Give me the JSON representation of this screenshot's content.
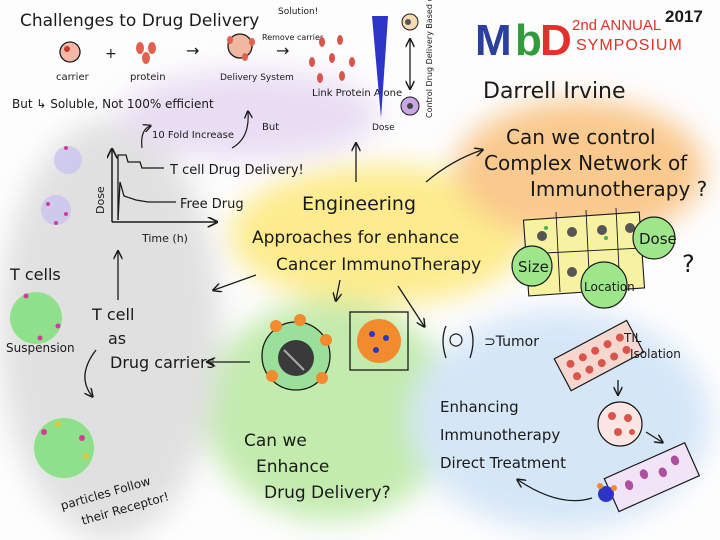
{
  "colors": {
    "ink": "#1a1a1a",
    "mbd_m": "#2b3f9e",
    "mbd_b": "#2f9e3a",
    "mbd_d": "#e0312b",
    "annual": "#e0312b",
    "wash_yellow": "#fde97a",
    "wash_orange": "#f9c07a",
    "wash_green": "#b9e8a0",
    "wash_blue": "#cfe3f7",
    "wash_gray": "#dcdcdc",
    "wash_purple": "#e6d8f2"
  },
  "header": {
    "logo_m": "M",
    "logo_b": "b",
    "logo_d": "D",
    "annual_line1": "2nd ANNUAL",
    "annual_line2": "SYMPOSIUM",
    "year": "2017",
    "speaker": "Darrell Irvine"
  },
  "challenges": {
    "title": "Challenges to Drug Delivery",
    "solution": "Solution!",
    "remove_carrier": "Remove carrier",
    "carrier": "carrier",
    "protein": "protein",
    "delivery_system": "Delivery System",
    "link_protein": "Link Protein Alone",
    "but_line": "But ↳ Soluble, Not 100% efficient",
    "dose": "Dose",
    "control_text": "Control Drug Delivery Based on Dose Requirement"
  },
  "graph": {
    "ylabel": "Dose",
    "xlabel": "Time (h)",
    "fold": "10 Fold Increase",
    "but": "But",
    "tcell_drug": "T cell Drug Delivery!",
    "free_drug": "Free Drug"
  },
  "center": {
    "line1": "Engineering",
    "line2": "Approaches for enhance",
    "line3": "Cancer ImmunoTherapy"
  },
  "network": {
    "question": "Can we control Complex Network of Immunotherapy ?",
    "size": "Size",
    "dose": "Dose",
    "location": "Location",
    "q": "?"
  },
  "left": {
    "tcells": "T cells",
    "suspension": "Suspension",
    "carriers": "T cell as Drug carriers",
    "particles": "particles Follow their Receptor!"
  },
  "bottom_mid": {
    "question": "Can we Enhance Drug Delivery?"
  },
  "bottom_right": {
    "tumor": "Tumor",
    "til": "TIL Isolation",
    "enhancing": "Enhancing Immunotherapy Direct Treatment"
  }
}
